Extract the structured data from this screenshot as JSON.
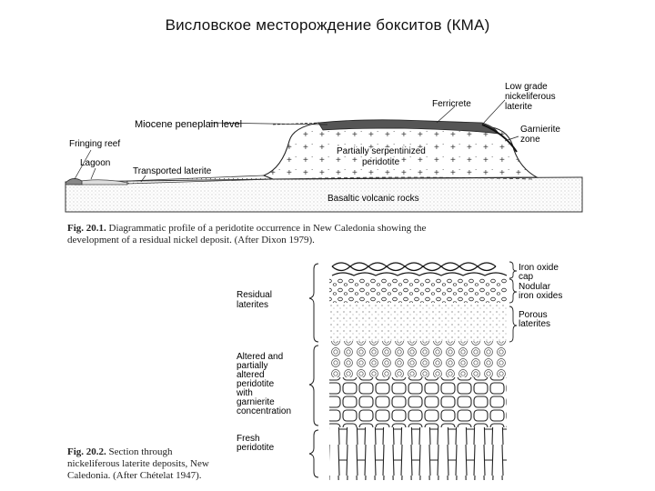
{
  "title": "Висловское месторождение бокситов (КМА)",
  "fig1": {
    "labels": {
      "miocene": "Miocene peneplain level",
      "ferricrete": "Ferricrete",
      "low_grade": [
        "Low grade",
        "nickeliferous",
        "laterite"
      ],
      "garnierite": [
        "Garnierite",
        "zone"
      ],
      "fringing_reef": "Fringing reef",
      "lagoon": "Lagoon",
      "transported": "Transported laterite",
      "serpentinized": [
        "Partially serpentinized",
        "peridotite"
      ],
      "basaltic": "Basaltic volcanic rocks"
    },
    "caption_num": "Fig. 20.1.",
    "caption_text": "Diagrammatic profile of a peridotite occurrence in New Caledonia showing the",
    "caption_text2": "development of a residual nickel deposit. (After Dixon 1979)."
  },
  "fig2": {
    "left_labels": {
      "residual": [
        "Residual",
        "laterites"
      ],
      "altered": [
        "Altered and",
        "partially",
        "altered",
        "peridotite",
        "with",
        "garnierite",
        "concentration"
      ],
      "fresh": [
        "Fresh",
        "peridotite"
      ]
    },
    "right_labels": {
      "iron_cap": [
        "Iron oxide",
        "cap"
      ],
      "nodular": [
        "Nodular",
        "iron oxides"
      ],
      "porous": [
        "Porous",
        "laterites"
      ]
    },
    "caption_num": "Fig. 20.2.",
    "caption_line1": "Section through",
    "caption_line2": "nickeliferous laterite deposits, New",
    "caption_line3": "Caledonia. (After Chételat 1947)."
  }
}
